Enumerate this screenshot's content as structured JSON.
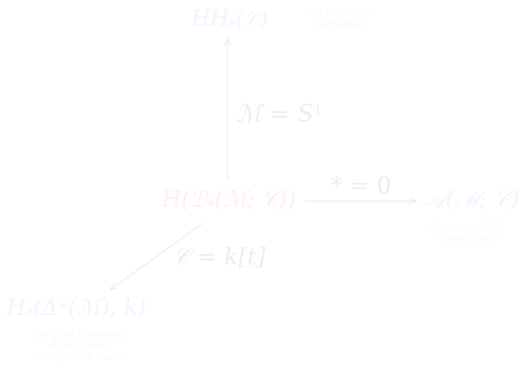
{
  "colors": {
    "text_blue": "#f3f3ff",
    "text_pink": "#fdeef2",
    "arrow": "#e9e9f2",
    "note": "#f8f8ff",
    "label": "#ececf4"
  },
  "nodes": {
    "hochschild": {
      "main": "HH",
      "sub": "*",
      "arg": "(𝒞)"
    },
    "center": {
      "prefix": "H(",
      "calB": "ℬ",
      "sub": "*",
      "rest": "(ℳ; 𝒞))"
    },
    "tqft": {
      "text": "𝒜(ℳ; 𝒞)"
    },
    "singular": {
      "main": "H",
      "sub": "*",
      "rest": "(Δ",
      "sup": "∞",
      "tail": "(ℳ), k)"
    }
  },
  "notes": {
    "hochschild": [
      "(the Hochschild",
      "homology)"
    ],
    "tqft": [
      "(the usual TQFT",
      "Hilbert space)"
    ],
    "singular": [
      "(singular homology",
      "of the infinite",
      "configuration space)"
    ]
  },
  "edge_labels": {
    "up": {
      "lhs": "ℳ",
      "eq": " = ",
      "rhs": "S",
      "sup": "1"
    },
    "right": "* = 0",
    "down": "𝒞 = k[t]"
  }
}
